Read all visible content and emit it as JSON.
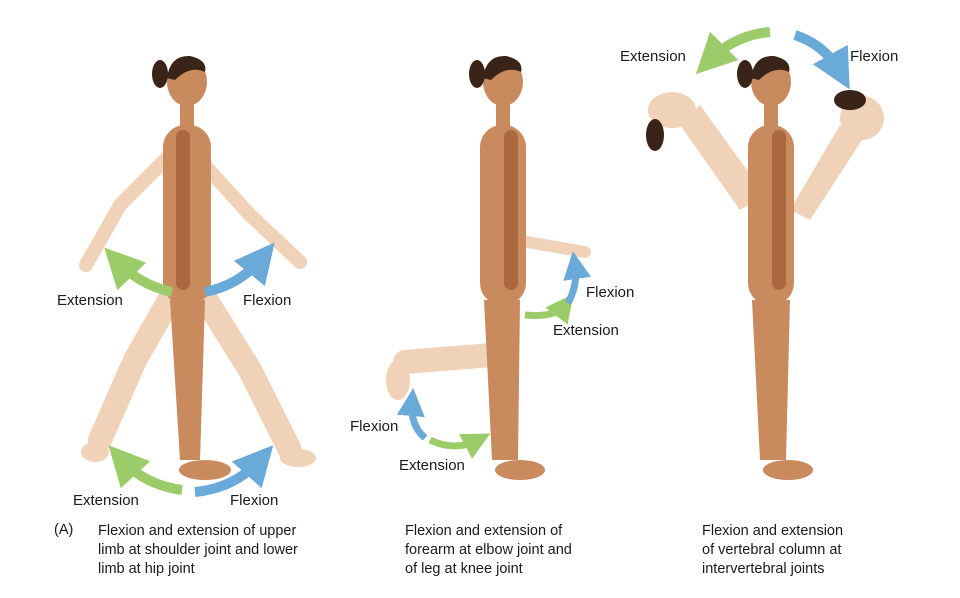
{
  "colors": {
    "skin": "#c98a5e",
    "skin_dark": "#a9683f",
    "skin_ghost": "#efd2b8",
    "hair": "#3a2418",
    "flexion_arrow": "#6aaad8",
    "extension_arrow": "#9ccc6a"
  },
  "panels": [
    {
      "letter": "(A)",
      "labels": {
        "upper_extension": "Extension",
        "upper_flexion": "Flexion",
        "lower_extension": "Extension",
        "lower_flexion": "Flexion"
      },
      "caption": [
        "Flexion and extension of upper",
        "limb at shoulder joint and lower",
        "limb at hip joint"
      ]
    },
    {
      "labels": {
        "elbow_flexion": "Flexion",
        "elbow_extension": "Extension",
        "knee_flexion": "Flexion",
        "knee_extension": "Extension"
      },
      "caption": [
        "Flexion and extension of",
        "forearm at elbow joint and",
        "of leg at knee joint"
      ]
    },
    {
      "labels": {
        "trunk_extension": "Extension",
        "trunk_flexion": "Flexion"
      },
      "caption": [
        "Flexion and extension",
        "of vertebral column at",
        "intervertebral joints"
      ]
    }
  ]
}
